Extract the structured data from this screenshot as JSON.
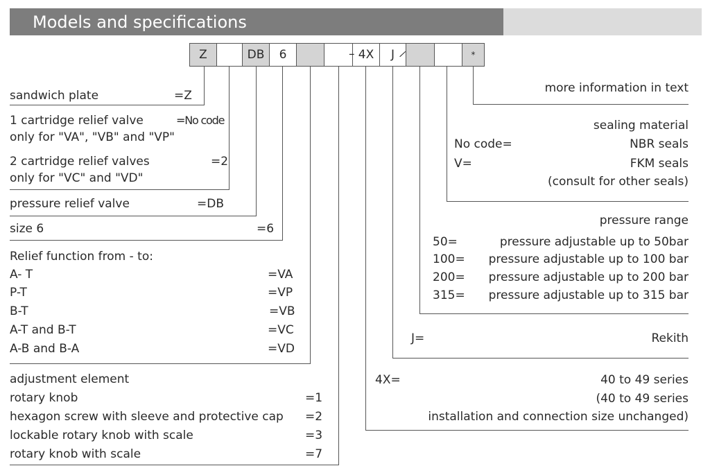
{
  "header": {
    "title": "Models and specifications"
  },
  "code_boxes": [
    {
      "label": "Z",
      "shaded": true
    },
    {
      "label": "",
      "shaded": false
    },
    {
      "label": "DB",
      "shaded": true
    },
    {
      "label": "6",
      "shaded": false
    },
    {
      "label": "",
      "shaded": true
    },
    {
      "label": "",
      "shaded": false
    },
    {
      "label": "4X",
      "shaded": false
    },
    {
      "label": "J",
      "shaded": false
    },
    {
      "label": "",
      "shaded": true
    },
    {
      "label": "",
      "shaded": false
    },
    {
      "label": "*",
      "shaded": true
    }
  ],
  "separators": {
    "dash": "–",
    "slash": "/"
  },
  "left": {
    "sandwich": {
      "text": "sandwich plate",
      "code": "=Z"
    },
    "one_cartridge": {
      "text": "1 cartridge relief valve",
      "code": "=No code",
      "note": "only for \"VA\", \"VB\" and \"VP\""
    },
    "two_cartridge": {
      "text": "2 cartridge relief valves",
      "code": "=2",
      "note": "only for \"VC\" and \"VD\""
    },
    "pressure_relief": {
      "text": "pressure relief valve",
      "code": "=DB"
    },
    "size": {
      "text": "size 6",
      "code": "=6"
    },
    "relief_function": {
      "title": "Relief function from - to:",
      "items": [
        {
          "label": "A- T",
          "code": "=VA"
        },
        {
          "label": "P-T",
          "code": "=VP"
        },
        {
          "label": "B-T",
          "code": "=VB"
        },
        {
          "label": "A-T and B-T",
          "code": "=VC"
        },
        {
          "label": "A-B and B-A",
          "code": "=VD"
        }
      ]
    },
    "adjustment": {
      "title": "adjustment element",
      "items": [
        {
          "label": "rotary knob",
          "code": "=1"
        },
        {
          "label": "hexagon screw with sleeve and protective cap",
          "code": "=2"
        },
        {
          "label": "lockable rotary knob with scale",
          "code": "=3"
        },
        {
          "label": "rotary knob with scale",
          "code": "=7"
        }
      ]
    }
  },
  "right": {
    "more_info": "more information in text",
    "sealing": {
      "title": "sealing material",
      "items": [
        {
          "code": "No code=",
          "label": "NBR seals"
        },
        {
          "code": "V=",
          "label": "FKM seals"
        }
      ],
      "note": "(consult for other seals)"
    },
    "pressure_range": {
      "title": "pressure range",
      "items": [
        {
          "code": "50=",
          "label": "pressure adjustable up to 50bar"
        },
        {
          "code": "100=",
          "label": "pressure adjustable up to 100 bar"
        },
        {
          "code": "200=",
          "label": "pressure adjustable up to 200 bar"
        },
        {
          "code": "315=",
          "label": "pressure adjustable up to 315 bar"
        }
      ]
    },
    "rekith": {
      "code": "J=",
      "label": "Rekith"
    },
    "series": {
      "code": "4X=",
      "lines": [
        "40 to 49 series",
        "(40 to 49 series",
        "installation and connection size unchanged)"
      ]
    }
  }
}
